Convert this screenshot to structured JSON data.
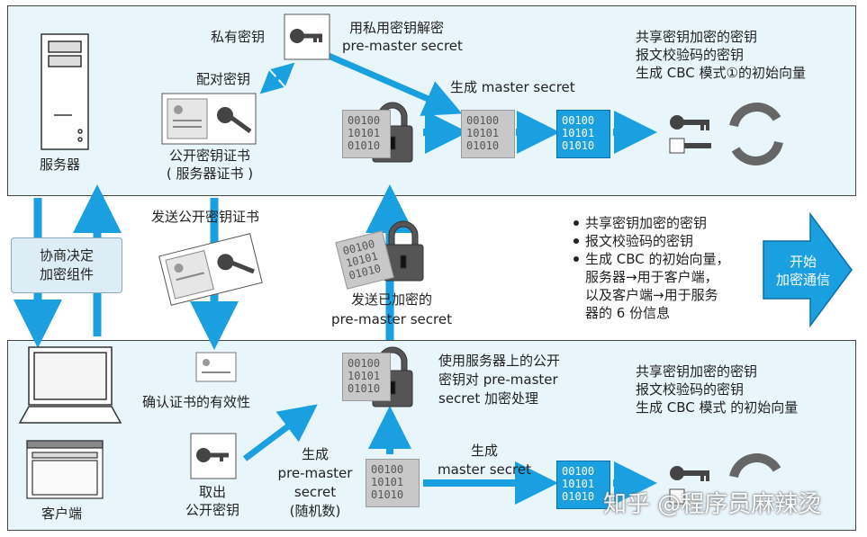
{
  "server": {
    "label": "服务器",
    "private_key": "私有密钥",
    "key_pair": "配对密钥",
    "decrypt_with_private": [
      "用私用密钥解密",
      "pre-master secret"
    ],
    "public_cert": [
      "公开密钥证书",
      "( 服务器证书 )"
    ],
    "generate_master": "生成 master secret",
    "result_lines": [
      "共享密钥加密的密钥",
      "报文校验码的密钥",
      "生成 CBC 模式①的初始向量"
    ]
  },
  "middle": {
    "negotiate": [
      "协商决定",
      "加密组件"
    ],
    "send_cert": "发送公开密钥证书",
    "send_encrypted": [
      "发送已加密的",
      "pre-master secret"
    ],
    "bullets": [
      "共享密钥加密的密钥",
      "报文校验码的密钥",
      "生成 CBC 的初始向量，",
      "服务器→用于客户端，",
      "以及客户端→用于服务",
      "器的 6 份信息"
    ],
    "start_comm": [
      "开始",
      "加密通信"
    ]
  },
  "client": {
    "label": "客户端",
    "verify_cert": "确认证书的有效性",
    "take_public": [
      "取出",
      "公开密钥"
    ],
    "gen_premaster": [
      "生成",
      "pre-master",
      "secret",
      "(随机数)"
    ],
    "encrypt_with_public": [
      "使用服务器上的公开",
      "密钥对 pre-master",
      "secret 加密处理"
    ],
    "generate_master": [
      "生成",
      "master secret"
    ],
    "result_lines": [
      "共享密钥加密的密钥",
      "报文校验码的密钥",
      "生成 CBC 模式 的初始向量"
    ]
  },
  "data_bits": [
    "00100",
    "10101",
    "01010"
  ],
  "colors": {
    "panel": "#e8f5fb",
    "arrow": "#1aa0e0",
    "blue_box": "#1aa0e0",
    "gray_box": "#c8c8c8"
  },
  "watermark": "知乎 @程序员麻辣烫"
}
